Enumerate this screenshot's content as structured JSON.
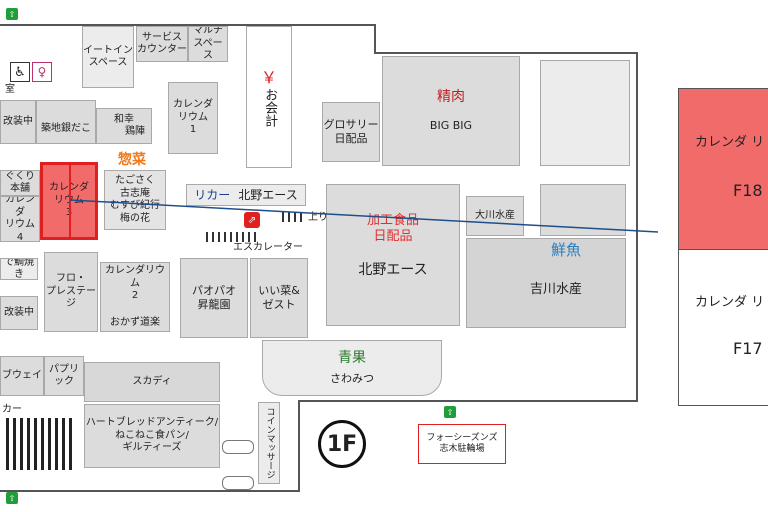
{
  "floor": {
    "label": "1F"
  },
  "stores": {
    "service": "サービス\nカウンター",
    "multi": "マルチ\nスペース",
    "eatin": "イートイン\nスペース",
    "room": "室",
    "repair": "改装中",
    "repair2": "改装中",
    "tsukiji": "築地銀だこ",
    "wako": "和幸",
    "tsurube": "鶏陣",
    "cal1": "カレンダ\nリウム\n1",
    "cal2": "カレンダリウム\n2",
    "cal3": "カレンダ\nリウム\n3",
    "cal4": "カレンダ\nリウム\n4",
    "ryori": "ぐくり本舗",
    "sozai_title": "惣菜",
    "tadasaku": "たごさく\n古志庵\nむすび紀行\n梅の花",
    "liquor": "リカー",
    "kitano_liquor": "北野エース",
    "kaikei_yen": "￥",
    "kaikei": "お会計",
    "grocery": "グロサリー\n日配品",
    "seiniku": "精肉",
    "bigbig": "BIG BIG",
    "kakou": "加工食品\n日配品",
    "kitano": "北野エース",
    "oogawa": "大川水産",
    "sengyo": "鮮魚",
    "yoshikawa": "吉川水産",
    "escalator": "エスカレーター",
    "up": "上り",
    "paopao": "パオパオ\n昇龍園",
    "iinasai": "いい菜&\nゼスト",
    "flo": "フロ・\nプレステージ",
    "okazu": "おかず道楽",
    "yaki": "で鯛焼き",
    "seika": "青果",
    "sawamitsu": "さわみつ",
    "subway": "ブウェイ",
    "paprika": "パプリック",
    "scadi": "スカディ",
    "heartbread": "ハートブレッドアンティーク/\nねこねこ食パン/\nギルティーズ",
    "coin": "コインマッサージ",
    "car": "カー",
    "fourseasons": "フォーシーズンズ\n志木駐輪場"
  },
  "inset": {
    "top_label": "カレンダ リ",
    "top_floor": "F18",
    "bottom_label": "カレンダ リ",
    "bottom_floor": "F17"
  },
  "colors": {
    "highlight": "#f26b6b",
    "highlight_border": "#e02020",
    "sozai": "#f07a1a",
    "kakou": "#e03030",
    "sengyo": "#2a7fc0",
    "liquor": "#1a3f8f",
    "seika": "#2a7a2a",
    "leader_line": "#1f4e8c",
    "exit": "#1f9e3a"
  }
}
